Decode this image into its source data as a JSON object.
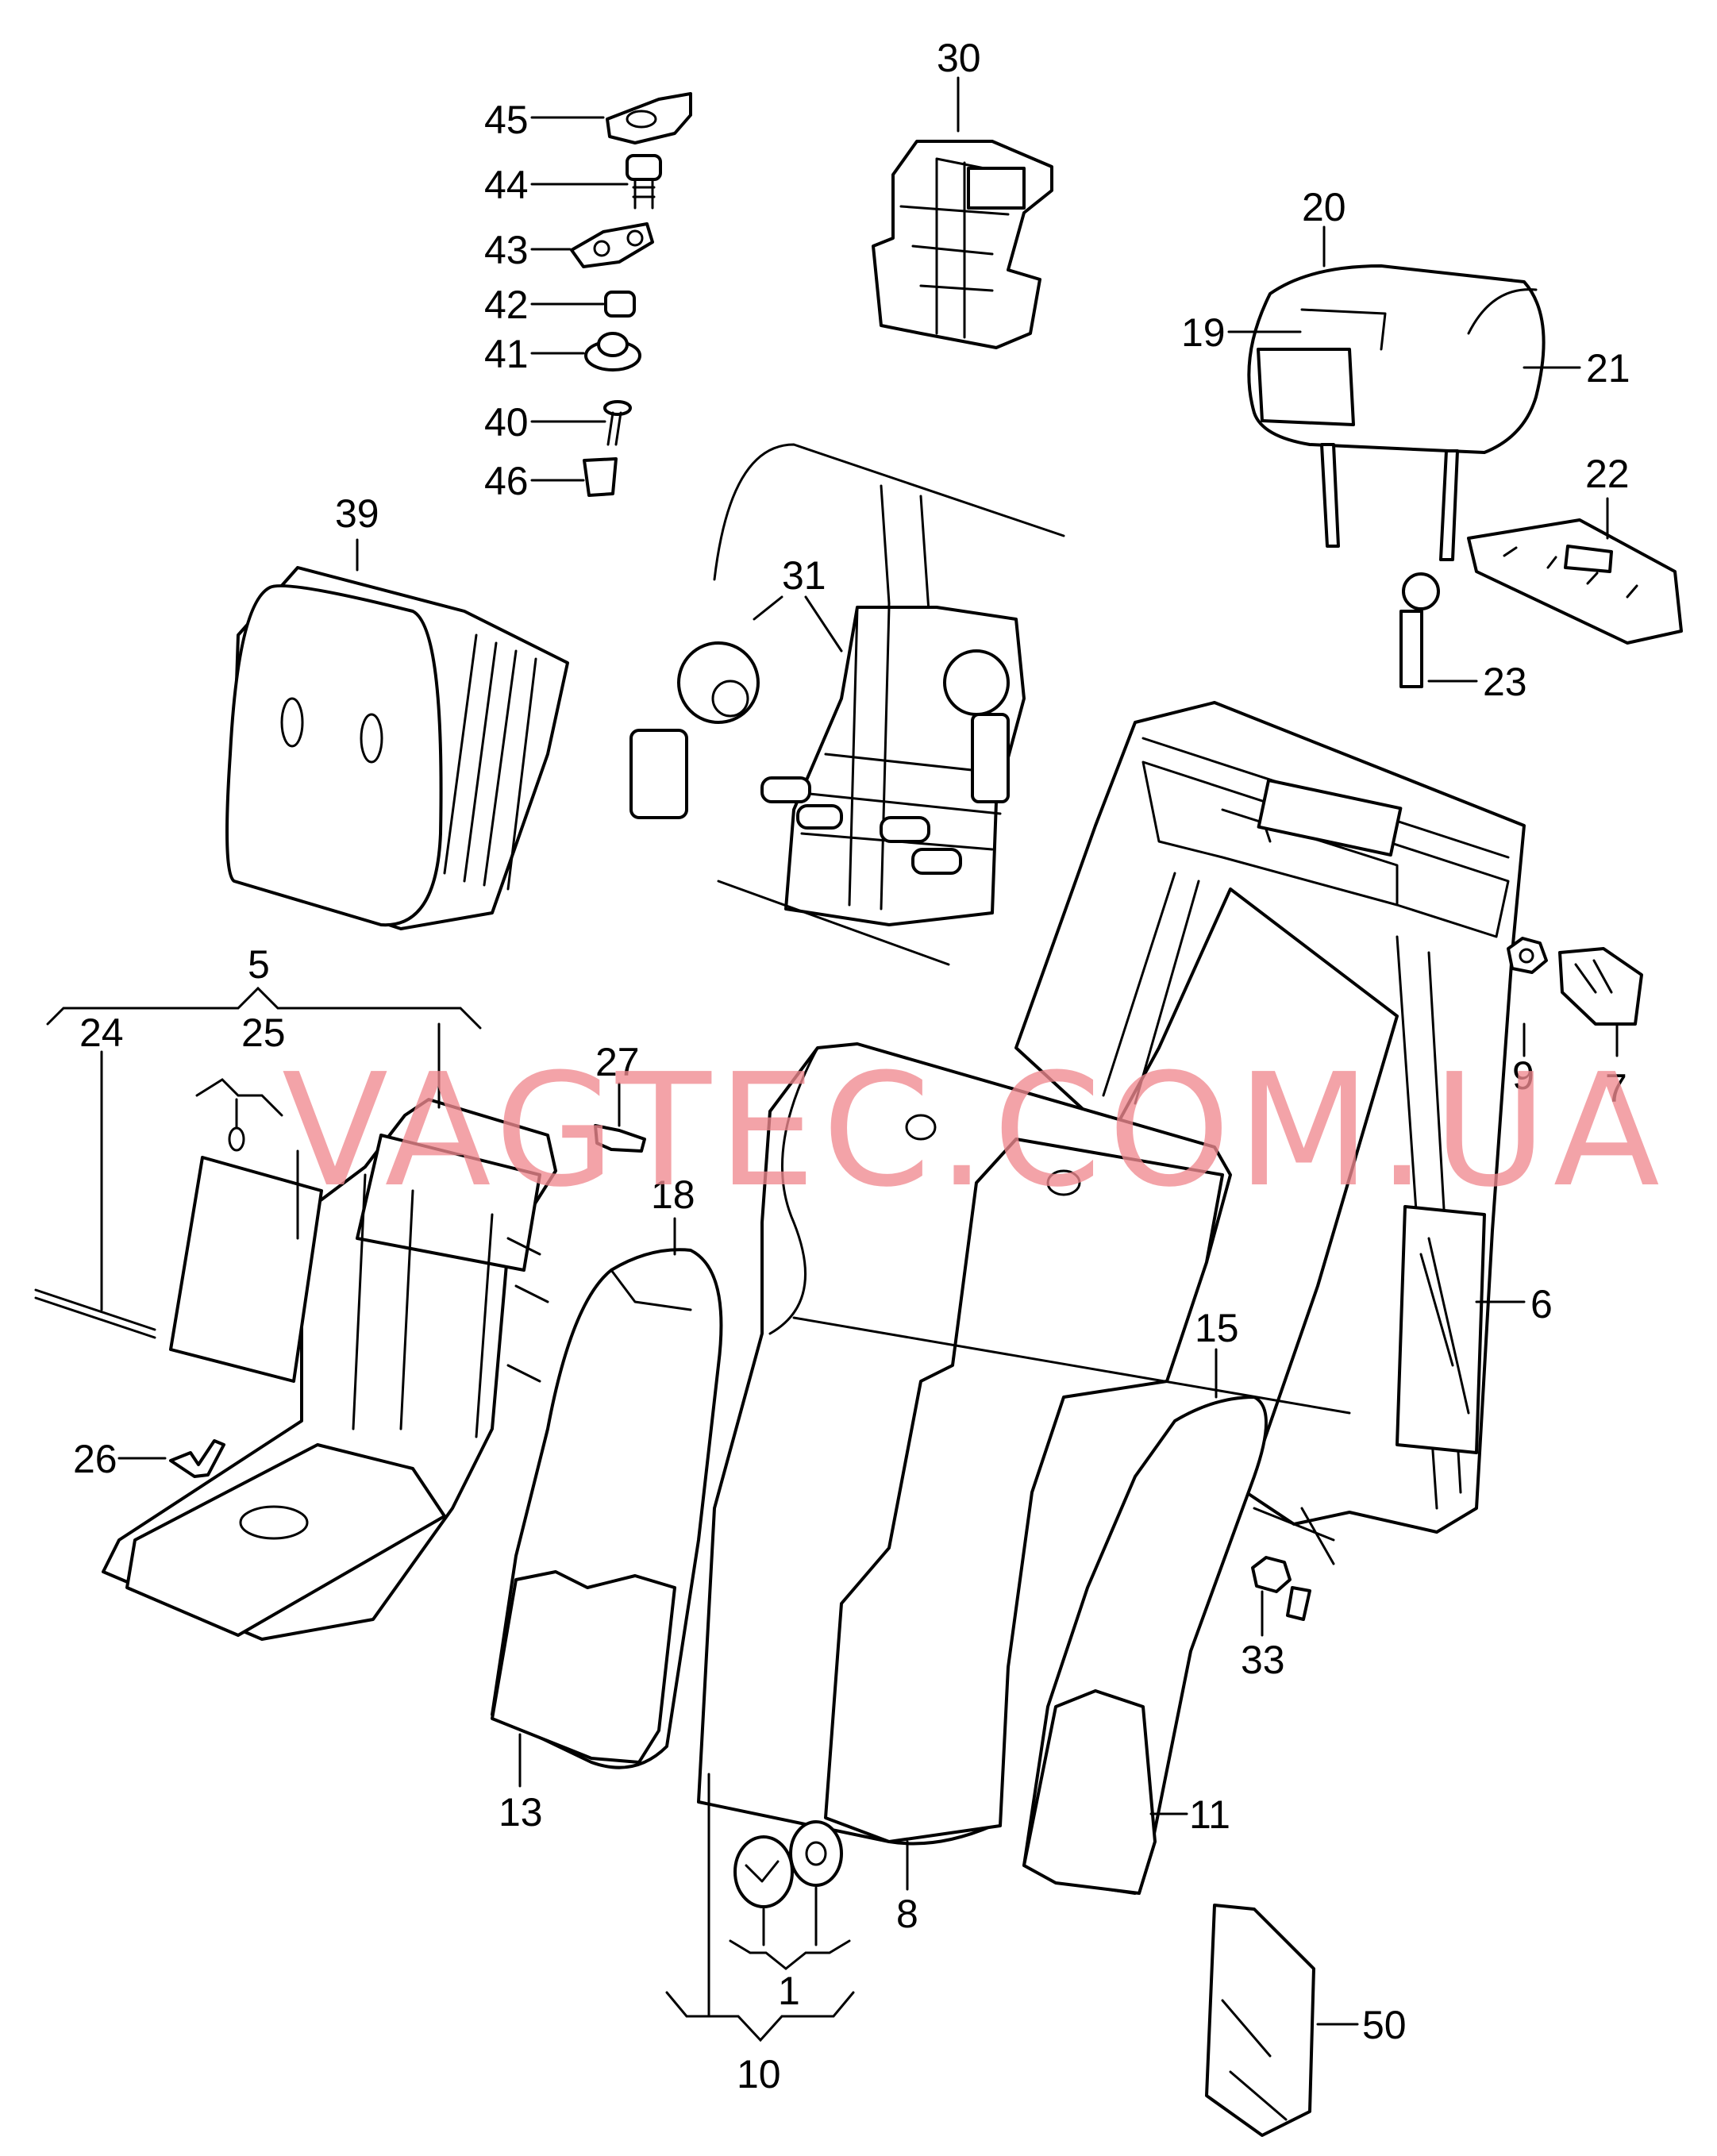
{
  "watermark": "VAGTEC.COM.UA",
  "callouts": [
    {
      "id": "45",
      "text": "45"
    },
    {
      "id": "44",
      "text": "44"
    },
    {
      "id": "43",
      "text": "43"
    },
    {
      "id": "42",
      "text": "42"
    },
    {
      "id": "41",
      "text": "41"
    },
    {
      "id": "40",
      "text": "40"
    },
    {
      "id": "46",
      "text": "46"
    },
    {
      "id": "30",
      "text": "30"
    },
    {
      "id": "20",
      "text": "20"
    },
    {
      "id": "19",
      "text": "19"
    },
    {
      "id": "21",
      "text": "21"
    },
    {
      "id": "22",
      "text": "22"
    },
    {
      "id": "23",
      "text": "23"
    },
    {
      "id": "39",
      "text": "39"
    },
    {
      "id": "31",
      "text": "31"
    },
    {
      "id": "5",
      "text": "5"
    },
    {
      "id": "24",
      "text": "24"
    },
    {
      "id": "25",
      "text": "25"
    },
    {
      "id": "27",
      "text": "27"
    },
    {
      "id": "18",
      "text": "18"
    },
    {
      "id": "9",
      "text": "9"
    },
    {
      "id": "7",
      "text": "7"
    },
    {
      "id": "6",
      "text": "6"
    },
    {
      "id": "15",
      "text": "15"
    },
    {
      "id": "26",
      "text": "26"
    },
    {
      "id": "33",
      "text": "33"
    },
    {
      "id": "13",
      "text": "13"
    },
    {
      "id": "11",
      "text": "11"
    },
    {
      "id": "8",
      "text": "8"
    },
    {
      "id": "1",
      "text": "1"
    },
    {
      "id": "10",
      "text": "10"
    },
    {
      "id": "50",
      "text": "50"
    }
  ],
  "colors": {
    "line": "#000000",
    "background": "#ffffff",
    "watermark": "#f08a90"
  }
}
